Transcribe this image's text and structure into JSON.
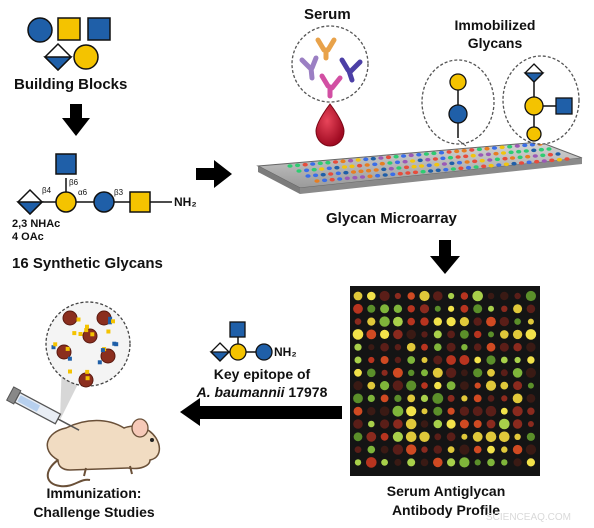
{
  "building_blocks": {
    "label": "Building Blocks"
  },
  "synthetic": {
    "label": "16 Synthetic Glycans",
    "mods_line1": "2,3 NHAc",
    "mods_line2": "4 OAc",
    "nh2": "NH₂",
    "link_b4": "β4",
    "link_b6": "β6",
    "link_a6": "α6",
    "link_b3": "β3"
  },
  "serum": {
    "label": "Serum"
  },
  "immobilized": {
    "line1": "Immobilized",
    "line2": "Glycans"
  },
  "microarray": {
    "label": "Glycan Microarray"
  },
  "profile": {
    "line1": "Serum Antiglycan",
    "line2": "Antibody Profile"
  },
  "epitope": {
    "line1": "Key epitope of",
    "species": "A. baumannii",
    "strain": " 17978",
    "nh2": "NH₂"
  },
  "immunization": {
    "line1": "Immunization:",
    "line2": "Challenge Studies"
  },
  "watermark": "SCIENCEAQ.COM",
  "colors": {
    "glcnac_blue": "#1f5fa8",
    "gal_yellow": "#f4c300",
    "hexnac_square_yellow": "#f4c300",
    "serum_drop_red": "#c8102e",
    "array_bg": "#141414",
    "slide_gray": "#b8b8b8"
  },
  "icons": [
    "arrow-down-icon",
    "arrow-right-icon",
    "arrow-left-icon",
    "serum-drop-icon",
    "antibody-icon",
    "syringe-icon",
    "mouse-icon",
    "microarray-slide-icon",
    "glycan-symbol-icon"
  ]
}
